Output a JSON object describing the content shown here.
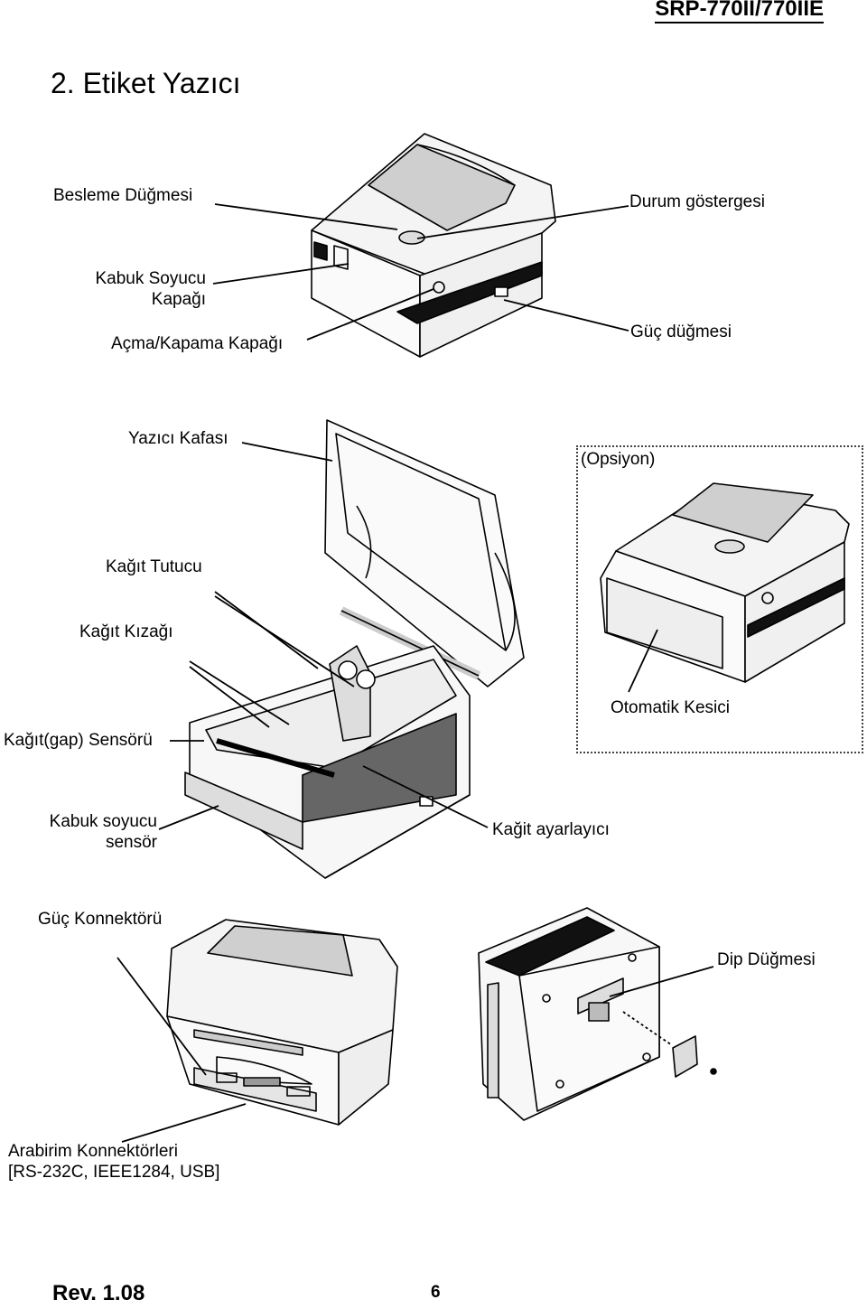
{
  "header": {
    "model": "SRP-770II/770IIE"
  },
  "section_title": "2. Etiket Yazıcı",
  "figure1": {
    "labels": {
      "feed_button": "Besleme Düğmesi",
      "status_indicator": "Durum göstergesi",
      "peeler_cover": "Kabuk Soyucu\nKapağı",
      "open_close_cover": "Açma/Kapama Kapağı",
      "power_button": "Güç düğmesi"
    }
  },
  "figure2": {
    "labels": {
      "print_head": "Yazıcı Kafası",
      "paper_holder": "Kağıt Tutucu",
      "paper_guide": "Kağıt Kızağı",
      "gap_sensor": "Kağıt(gap) Sensörü",
      "peeler_sensor": "Kabuk soyucu\nsensör",
      "paper_adjuster": "Kağit ayarlayıcı"
    }
  },
  "option_box": {
    "title": "(Opsiyon)",
    "auto_cutter": "Otomatik Kesici"
  },
  "figure3": {
    "labels": {
      "power_connector": "Güç Konnektörü",
      "interface_connectors": "Arabirim Konnektörleri\n[RS-232C, IEEE1284, USB]"
    }
  },
  "figure4": {
    "labels": {
      "dip_switch": "Dip Düğmesi"
    }
  },
  "footer": {
    "revision": "Rev. 1.08",
    "page_number": "6"
  }
}
